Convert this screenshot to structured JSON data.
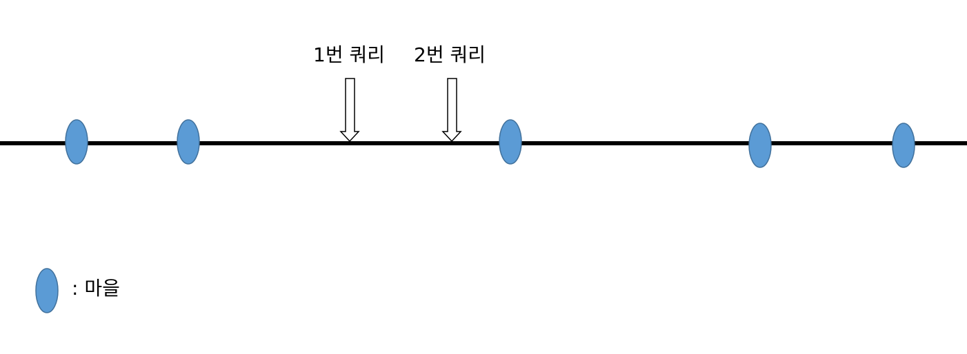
{
  "queries": [
    {
      "label": "1번 쿼리"
    },
    {
      "label": "2번 쿼리"
    }
  ],
  "legend": {
    "label": ": 마을"
  },
  "colors": {
    "village_fill": "#5b9bd5",
    "village_stroke": "#41719c",
    "line": "#000000",
    "arrow_fill": "#ffffff",
    "arrow_stroke": "#000000"
  }
}
